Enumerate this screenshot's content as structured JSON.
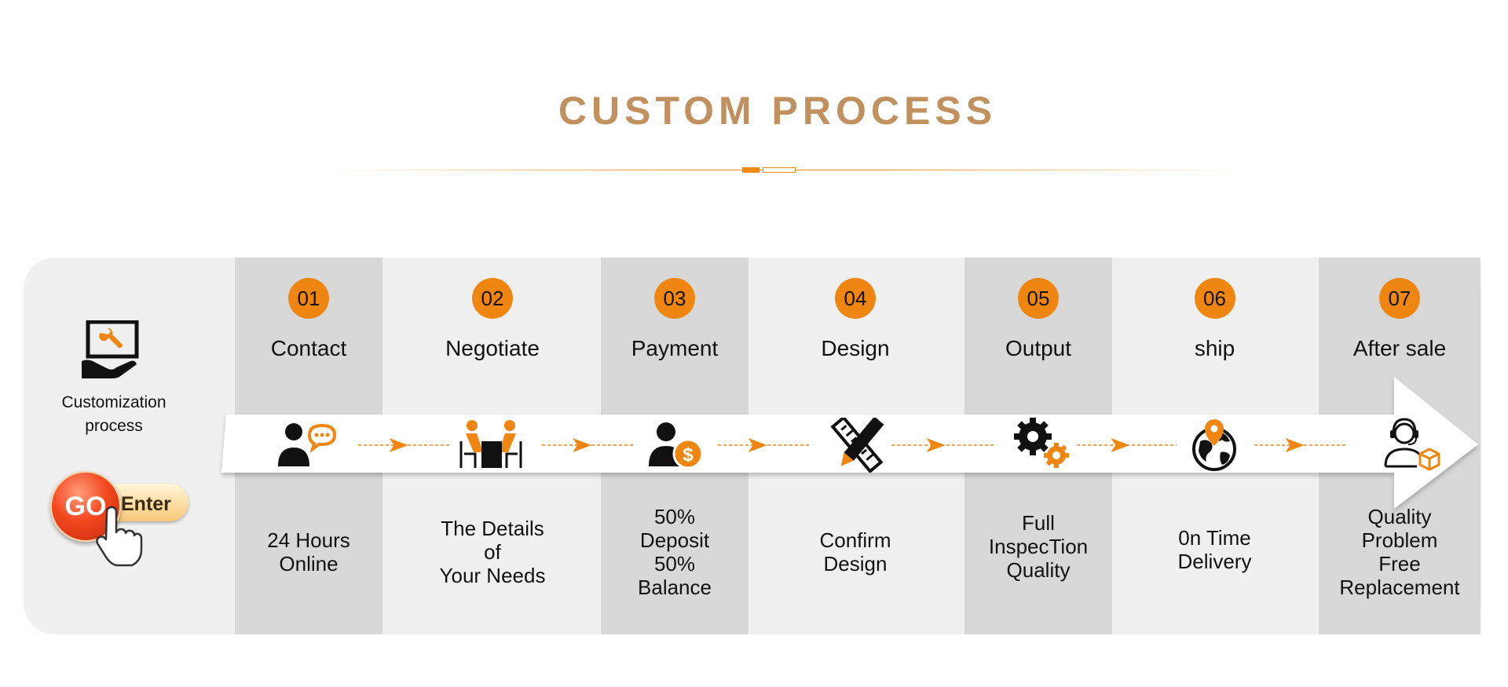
{
  "title": "CUSTOM PROCESS",
  "intro": {
    "icon": "computer-repair-icon",
    "label_lines": [
      "Customization",
      "process"
    ],
    "button": {
      "go": "GO",
      "enter": "Enter"
    }
  },
  "colors": {
    "accent": "#ef8611",
    "title": "#c0915e",
    "dark_column": "#d8d8d8",
    "light_column": "#f1f0f0"
  },
  "steps": [
    {
      "number": "01",
      "name": "Contact",
      "icon": "customer-chat-icon",
      "description_lines": [
        "24 Hours",
        "Online"
      ]
    },
    {
      "number": "02",
      "name": "Negotiate",
      "icon": "meeting-table-icon",
      "description_lines": [
        "The Details",
        "of",
        "Your Needs"
      ]
    },
    {
      "number": "03",
      "name": "Payment",
      "icon": "customer-dollar-icon",
      "description_lines": [
        "50%",
        "Deposit",
        "50%",
        "Balance"
      ]
    },
    {
      "number": "04",
      "name": "Design",
      "icon": "pencil-ruler-icon",
      "description_lines": [
        "Confirm",
        "Design"
      ]
    },
    {
      "number": "05",
      "name": "Output",
      "icon": "gears-icon",
      "description_lines": [
        "Full",
        "InspecTion",
        "Quality"
      ]
    },
    {
      "number": "06",
      "name": "ship",
      "icon": "globe-location-icon",
      "description_lines": [
        "0n Time",
        "Delivery"
      ]
    },
    {
      "number": "07",
      "name": "After sale",
      "icon": "headset-package-icon",
      "description_lines": [
        "Quality",
        "Problem",
        "Free",
        "Replacement"
      ]
    }
  ]
}
